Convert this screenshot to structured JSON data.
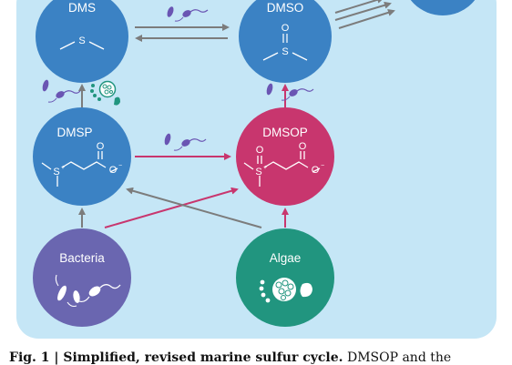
{
  "nodes": {
    "dms": {
      "label": "DMS",
      "color": "#3b82c4"
    },
    "dmso": {
      "label": "DMSO",
      "color": "#3b82c4"
    },
    "dmsp": {
      "label": "DMSP",
      "color": "#3b82c4"
    },
    "dmsop": {
      "label": "DMSOP",
      "color": "#c8366e"
    },
    "bacteria": {
      "label": "Bacteria",
      "color": "#6a66b0"
    },
    "algae": {
      "label": "Algae",
      "color": "#21957f"
    }
  },
  "chem": {
    "sulfur": "S",
    "oxygen": "O",
    "plus": "+",
    "minus": "−"
  },
  "caption": {
    "fig_label": "Fig. 1 | Simplified, revised marine sulfur cycle.",
    "text": " DMSOP and the"
  },
  "colors": {
    "panel_bg": "#c5e6f6",
    "arrow_gray": "#7c7c7c",
    "arrow_pink": "#c8366e",
    "microbe_purple": "#6a55b3",
    "microbe_green": "#21957f"
  }
}
